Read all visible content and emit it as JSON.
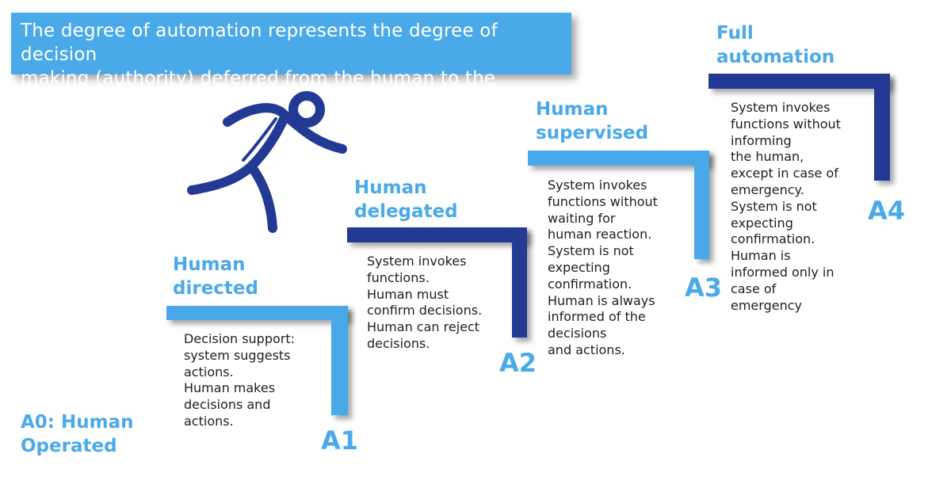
{
  "banner": {
    "text": "The degree of automation represents the degree of decision\nmaking (authority) deferred from the human to the system.",
    "color": "#4aa9e8"
  },
  "colors": {
    "light_blue": "#49a8ea",
    "dark_blue": "#223a94",
    "body_text": "#1e1e1e"
  },
  "icon": "running-person-icon",
  "levels": [
    {
      "code": "A0: Human\nOperated"
    },
    {
      "code": "A1",
      "title": "Human\ndirected",
      "description": "Decision support:\nsystem suggests\nactions.\nHuman makes\ndecisions and\nactions."
    },
    {
      "code": "A2",
      "title": "Human\ndelegated",
      "description": "System invokes\nfunctions.\nHuman must\nconfirm decisions.\nHuman can reject\ndecisions."
    },
    {
      "code": "A3",
      "title": "Human\nsupervised",
      "description": "System invokes\nfunctions without\nwaiting for\nhuman reaction.\nSystem is not\nexpecting\nconfirmation.\nHuman is always\ninformed of the\ndecisions\nand actions."
    },
    {
      "code": "A4",
      "title": "Full\nautomation",
      "description": "System invokes\nfunctions without\ninforming\nthe human,\nexcept in case of\nemergency.\nSystem is not\nexpecting\nconfirmation.\nHuman is\ninformed only in\ncase of\nemergency"
    }
  ]
}
